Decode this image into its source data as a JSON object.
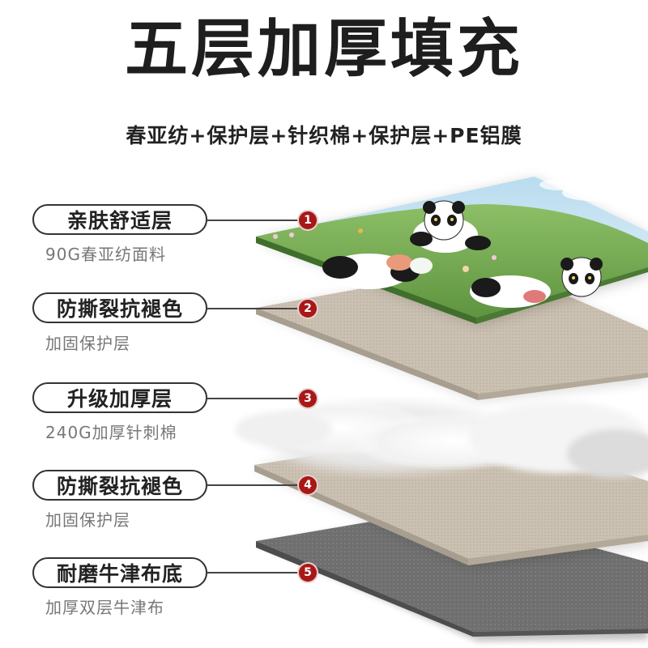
{
  "title": "五层加厚填充",
  "subtitle": "春亚纺+保护层+针织棉+保护层+PE铝膜",
  "layers": [
    {
      "num": "1",
      "name": "亲肤舒适层",
      "desc": "90G春亚纺面料"
    },
    {
      "num": "2",
      "name": "防撕裂抗褪色",
      "desc": "加固保护层"
    },
    {
      "num": "3",
      "name": "升级加厚层",
      "desc": "240G加厚针刺棉"
    },
    {
      "num": "4",
      "name": "防撕裂抗褪色",
      "desc": "加固保护层"
    },
    {
      "num": "5",
      "name": "耐磨牛津布底",
      "desc": "加厚双层牛津布"
    }
  ],
  "colors": {
    "accent": "#a81818",
    "grass": "#6a9e4c",
    "sky": "#cfe6f2",
    "fabric": "#c9bfb0",
    "base": "#7a7a7a"
  }
}
